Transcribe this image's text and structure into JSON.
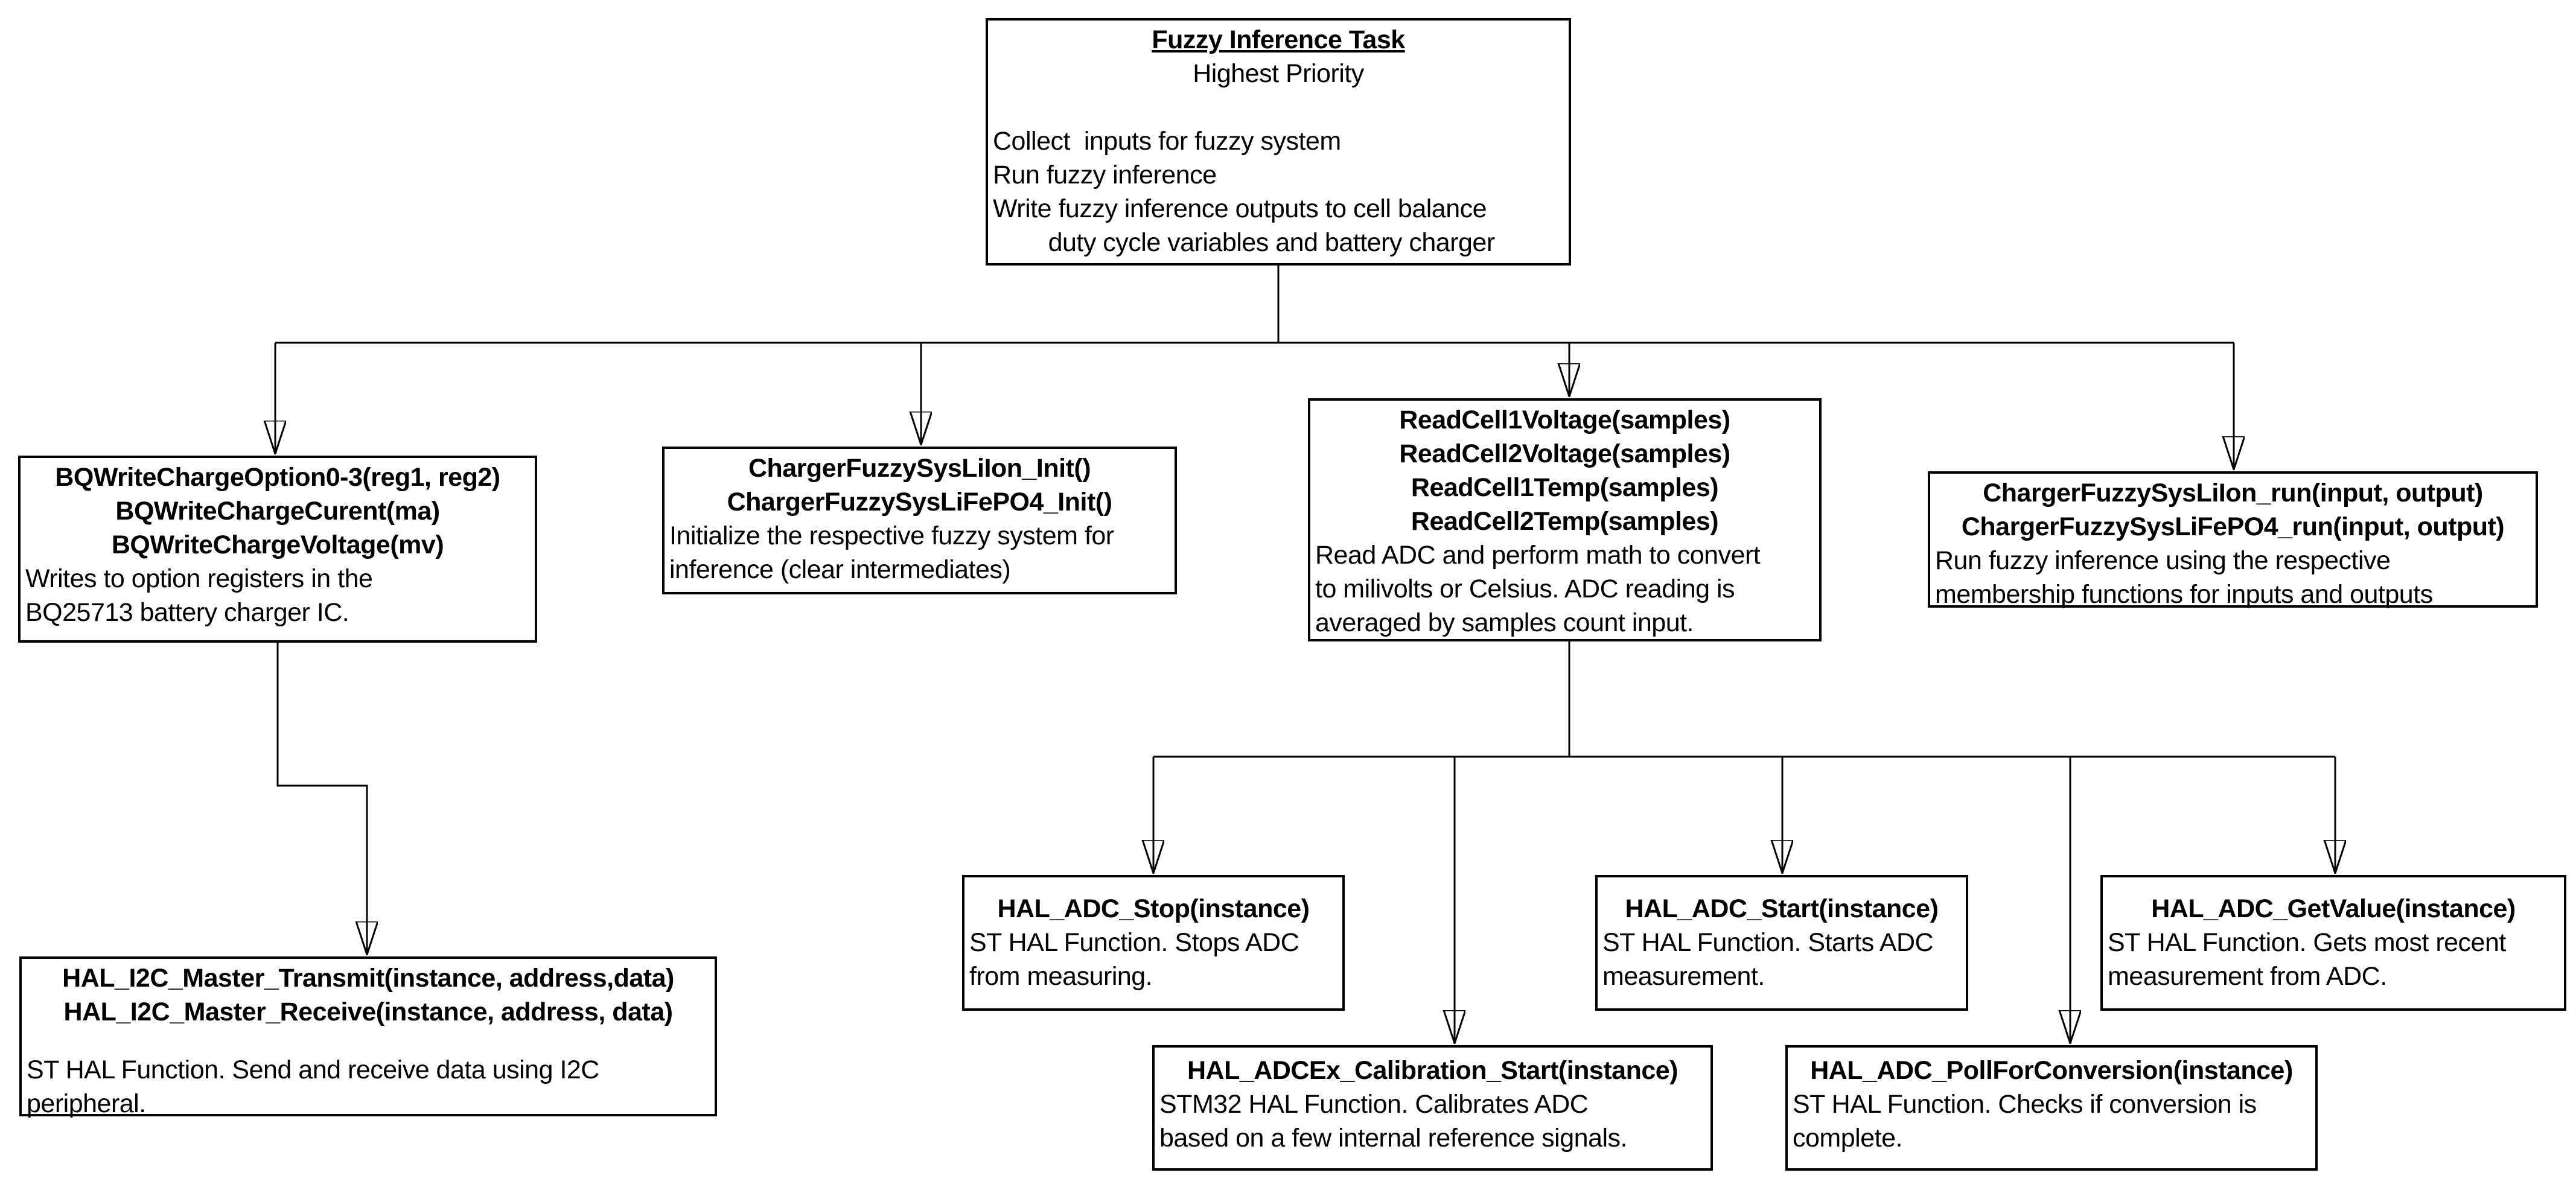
{
  "diagram": {
    "colors": {
      "line": "#000000",
      "background": "#ffffff",
      "text": "#000000"
    },
    "nodes": {
      "task": {
        "title": "Fuzzy Inference Task",
        "subtitle": "Highest Priority",
        "body": "Collect  inputs for fuzzy system\nRun fuzzy inference\nWrite fuzzy inference outputs to cell balance\n        duty cycle variables and battery charger"
      },
      "bq_write": {
        "title": "BQWriteChargeOption0-3(reg1, reg2)\nBQWriteChargeCurent(ma)\nBQWriteChargeVoltage(mv)",
        "body": "Writes to option registers in the\nBQ25713 battery charger IC."
      },
      "charger_init": {
        "title": "ChargerFuzzySysLiIon_Init()\nChargerFuzzySysLiFePO4_Init()",
        "body": "Initialize the respective fuzzy system for\ninference (clear intermediates)"
      },
      "read_cells": {
        "title": "ReadCell1Voltage(samples)\nReadCell2Voltage(samples)\nReadCell1Temp(samples)\nReadCell2Temp(samples)",
        "body": "Read ADC and perform math to convert\nto milivolts or Celsius. ADC reading is\naveraged by samples count input."
      },
      "charger_run": {
        "title": "ChargerFuzzySysLiIon_run(input, output)\nChargerFuzzySysLiFePO4_run(input, output)",
        "body": "Run fuzzy inference using the respective\nmembership functions for inputs and outputs"
      },
      "hal_i2c": {
        "title": "HAL_I2C_Master_Transmit(instance, address,data)\nHAL_I2C_Master_Receive(instance, address, data)",
        "body": "ST HAL Function. Send and receive data using I2C\nperipheral."
      },
      "hal_adc_stop": {
        "title": "HAL_ADC_Stop(instance)",
        "body": "ST HAL Function. Stops ADC\nfrom measuring."
      },
      "hal_adc_start": {
        "title": "HAL_ADC_Start(instance)",
        "body": "ST HAL Function. Starts ADC\nmeasurement."
      },
      "hal_adc_getvalue": {
        "title": "HAL_ADC_GetValue(instance)",
        "body": "ST HAL Function. Gets most recent\nmeasurement from ADC."
      },
      "hal_adcex_calibration": {
        "title": "HAL_ADCEx_Calibration_Start(instance)",
        "body": "STM32 HAL Function. Calibrates ADC\nbased on a few internal reference signals."
      },
      "hal_adc_poll": {
        "title": "HAL_ADC_PollForConversion(instance)",
        "body": "ST HAL Function. Checks if conversion is\ncomplete."
      }
    }
  }
}
